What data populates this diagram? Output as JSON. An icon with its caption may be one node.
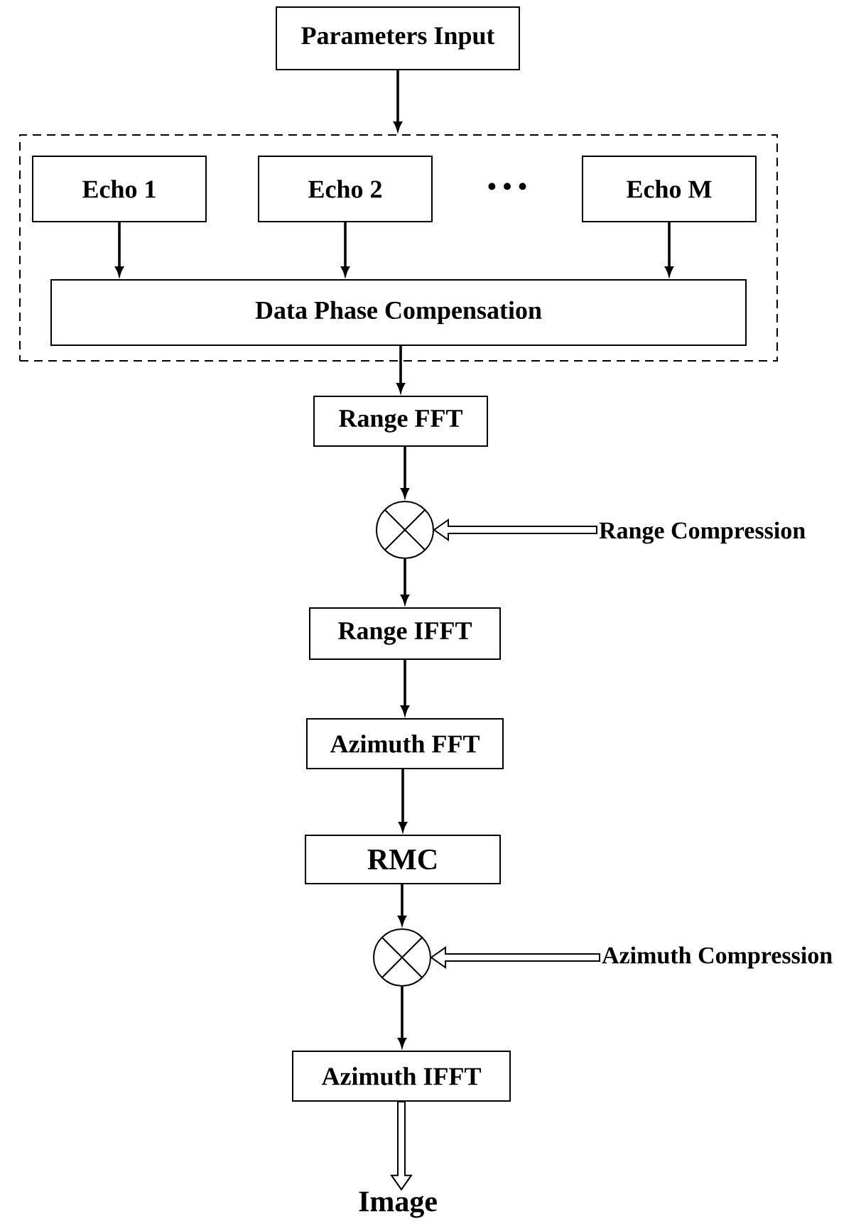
{
  "diagram": {
    "nodes": [
      {
        "text": [
          "Parameters Input"
        ]
      },
      {
        "text": [],
        "shape": "box"
      },
      {
        "text": [
          "Echo 1"
        ],
        "in": 1
      },
      {
        "text": [
          "Echo 2"
        ],
        "in": 1
      },
      {
        "text": [
          "Echo M"
        ],
        "in": 1
      },
      {
        "text": [
          "Data Phase Compensation"
        ],
        "in": 1
      },
      {
        "text": [
          "Range FFT"
        ]
      },
      {
        "text": [],
        "shape": "circle"
      },
      {
        "text": [
          "Range Compression"
        ]
      },
      {
        "text": [
          "Range IFFT"
        ]
      },
      {
        "text": [
          "Azimuth FFT"
        ]
      },
      {
        "text": [
          "RMC"
        ]
      },
      {
        "text": [],
        "shape": "circle"
      },
      {
        "text": [
          "Azimuth Compression"
        ]
      },
      {
        "text": [
          "Azimuth IFFT"
        ]
      },
      {
        "text": [
          "Image"
        ]
      }
    ],
    "edges": [
      {
        "from": 0,
        "to": 1,
        "arrow": "to"
      },
      {
        "from": 2,
        "to": 5,
        "arrow": "to"
      },
      {
        "from": 3,
        "to": 5,
        "arrow": "to"
      },
      {
        "from": 4,
        "to": 5,
        "arrow": "to"
      },
      {
        "from": 5,
        "to": 6,
        "arrow": "to"
      },
      {
        "from": 6,
        "to": 7,
        "arrow": "to"
      },
      {
        "from": 8,
        "to": 7,
        "arrow": "to",
        "style": "thick"
      },
      {
        "from": 7,
        "to": 9,
        "arrow": "to"
      },
      {
        "from": 9,
        "to": 10,
        "arrow": "to"
      },
      {
        "from": 10,
        "to": 11,
        "arrow": "to"
      },
      {
        "from": 11,
        "to": 12,
        "arrow": "to"
      },
      {
        "from": 13,
        "to": 12,
        "arrow": "to",
        "style": "thick"
      },
      {
        "from": 12,
        "to": 14,
        "arrow": "to"
      },
      {
        "from": 14,
        "to": 15,
        "arrow": "to",
        "style": "thick"
      }
    ],
    "labels": [
      "• • •"
    ]
  }
}
